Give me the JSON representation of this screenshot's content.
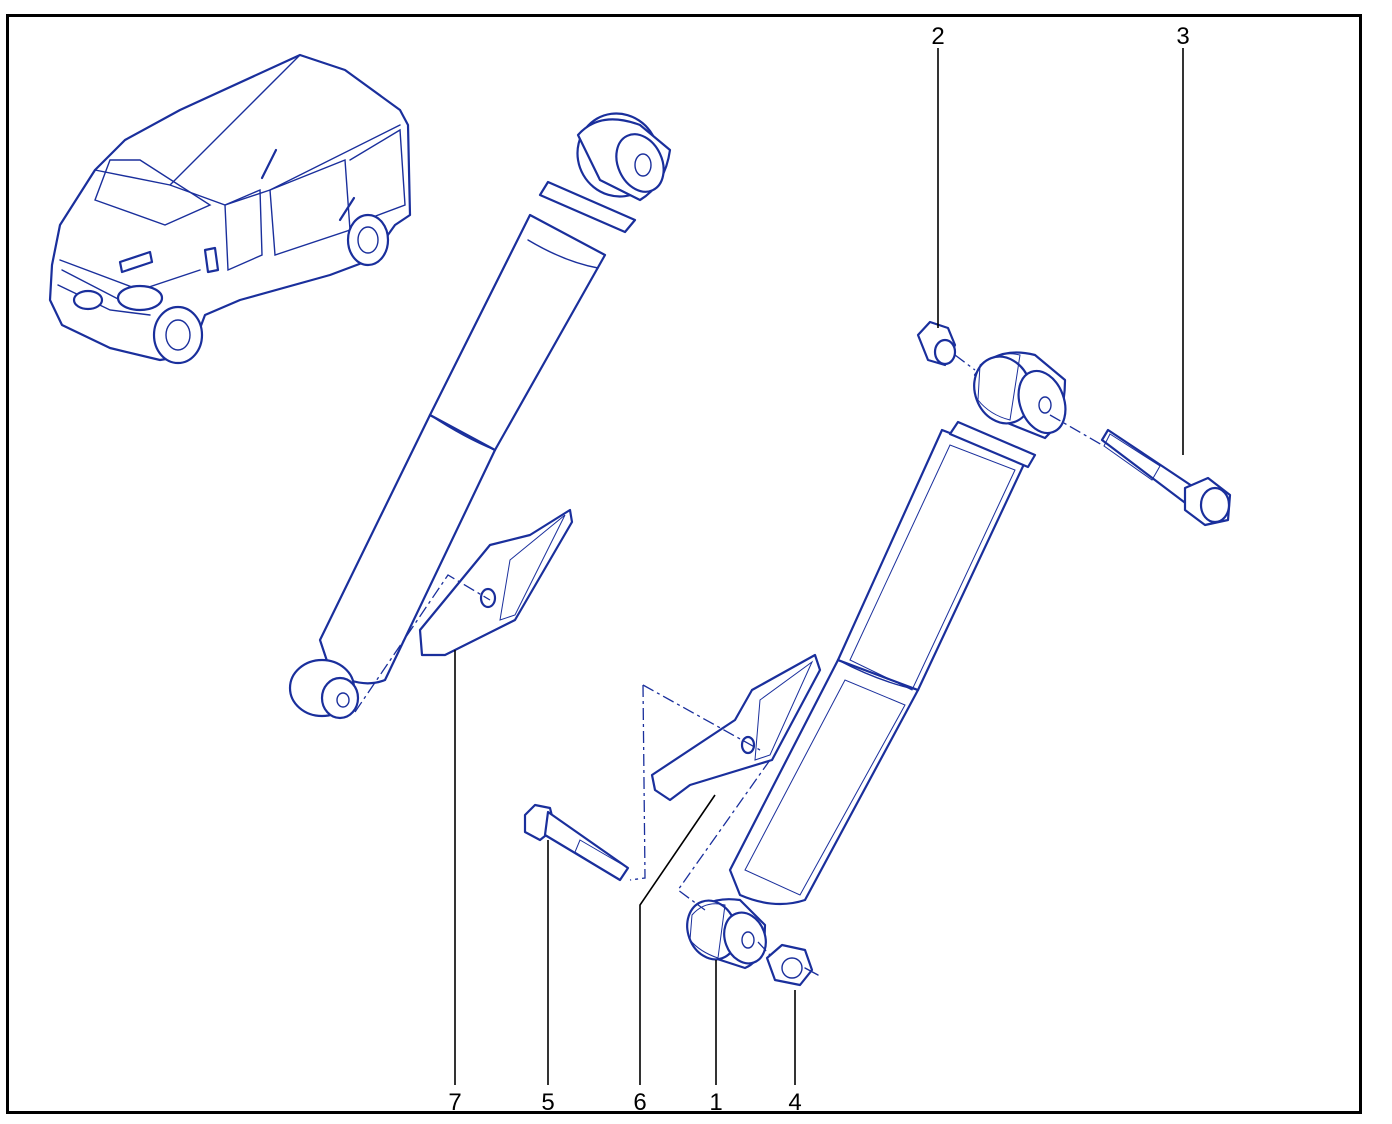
{
  "callouts": [
    {
      "id": "c1",
      "label": "1"
    },
    {
      "id": "c2",
      "label": "2"
    },
    {
      "id": "c3",
      "label": "3"
    },
    {
      "id": "c4",
      "label": "4"
    },
    {
      "id": "c5",
      "label": "5"
    },
    {
      "id": "c6",
      "label": "6"
    },
    {
      "id": "c7",
      "label": "7"
    }
  ],
  "colors": {
    "line": "#1a2f9c",
    "frame": "#000000",
    "background": "#ffffff"
  },
  "icons": [
    "van-icon",
    "shock-absorber-icon",
    "bushing-icon",
    "bolt-icon",
    "nut-icon",
    "bracket-icon"
  ]
}
